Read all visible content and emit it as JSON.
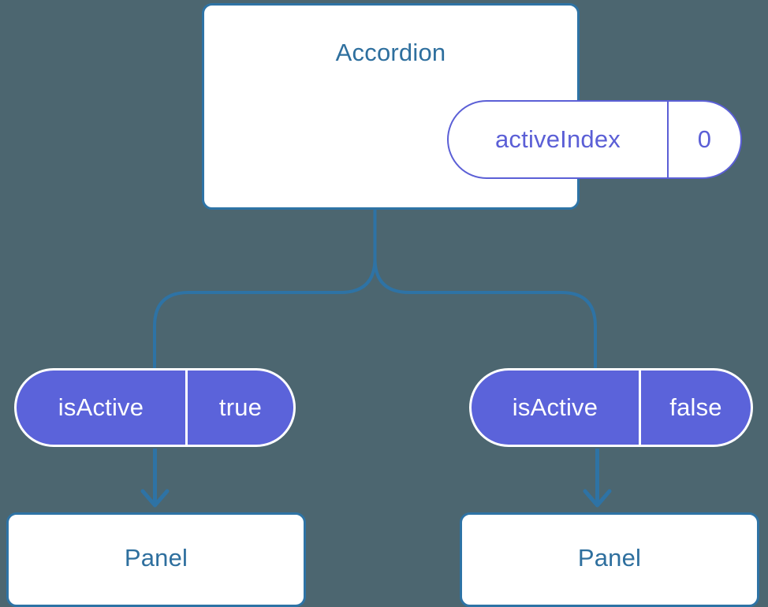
{
  "diagram": {
    "type": "component-tree",
    "background_color": "#4c6670",
    "accent_blue": "#2e73a5",
    "title_blue": "#2e6f9e",
    "accent_purple": "#5b63da",
    "root": {
      "title": "Accordion",
      "state_pill": {
        "key": "activeIndex",
        "value": "0",
        "style": "outlined"
      }
    },
    "branches": [
      {
        "side": "left",
        "prop_pill": {
          "key": "isActive",
          "value": "true",
          "style": "filled"
        },
        "child": {
          "title": "Panel"
        },
        "arrow": "arrow-down-icon"
      },
      {
        "side": "right",
        "prop_pill": {
          "key": "isActive",
          "value": "false",
          "style": "filled"
        },
        "child": {
          "title": "Panel"
        },
        "arrow": "arrow-down-icon"
      }
    ]
  }
}
